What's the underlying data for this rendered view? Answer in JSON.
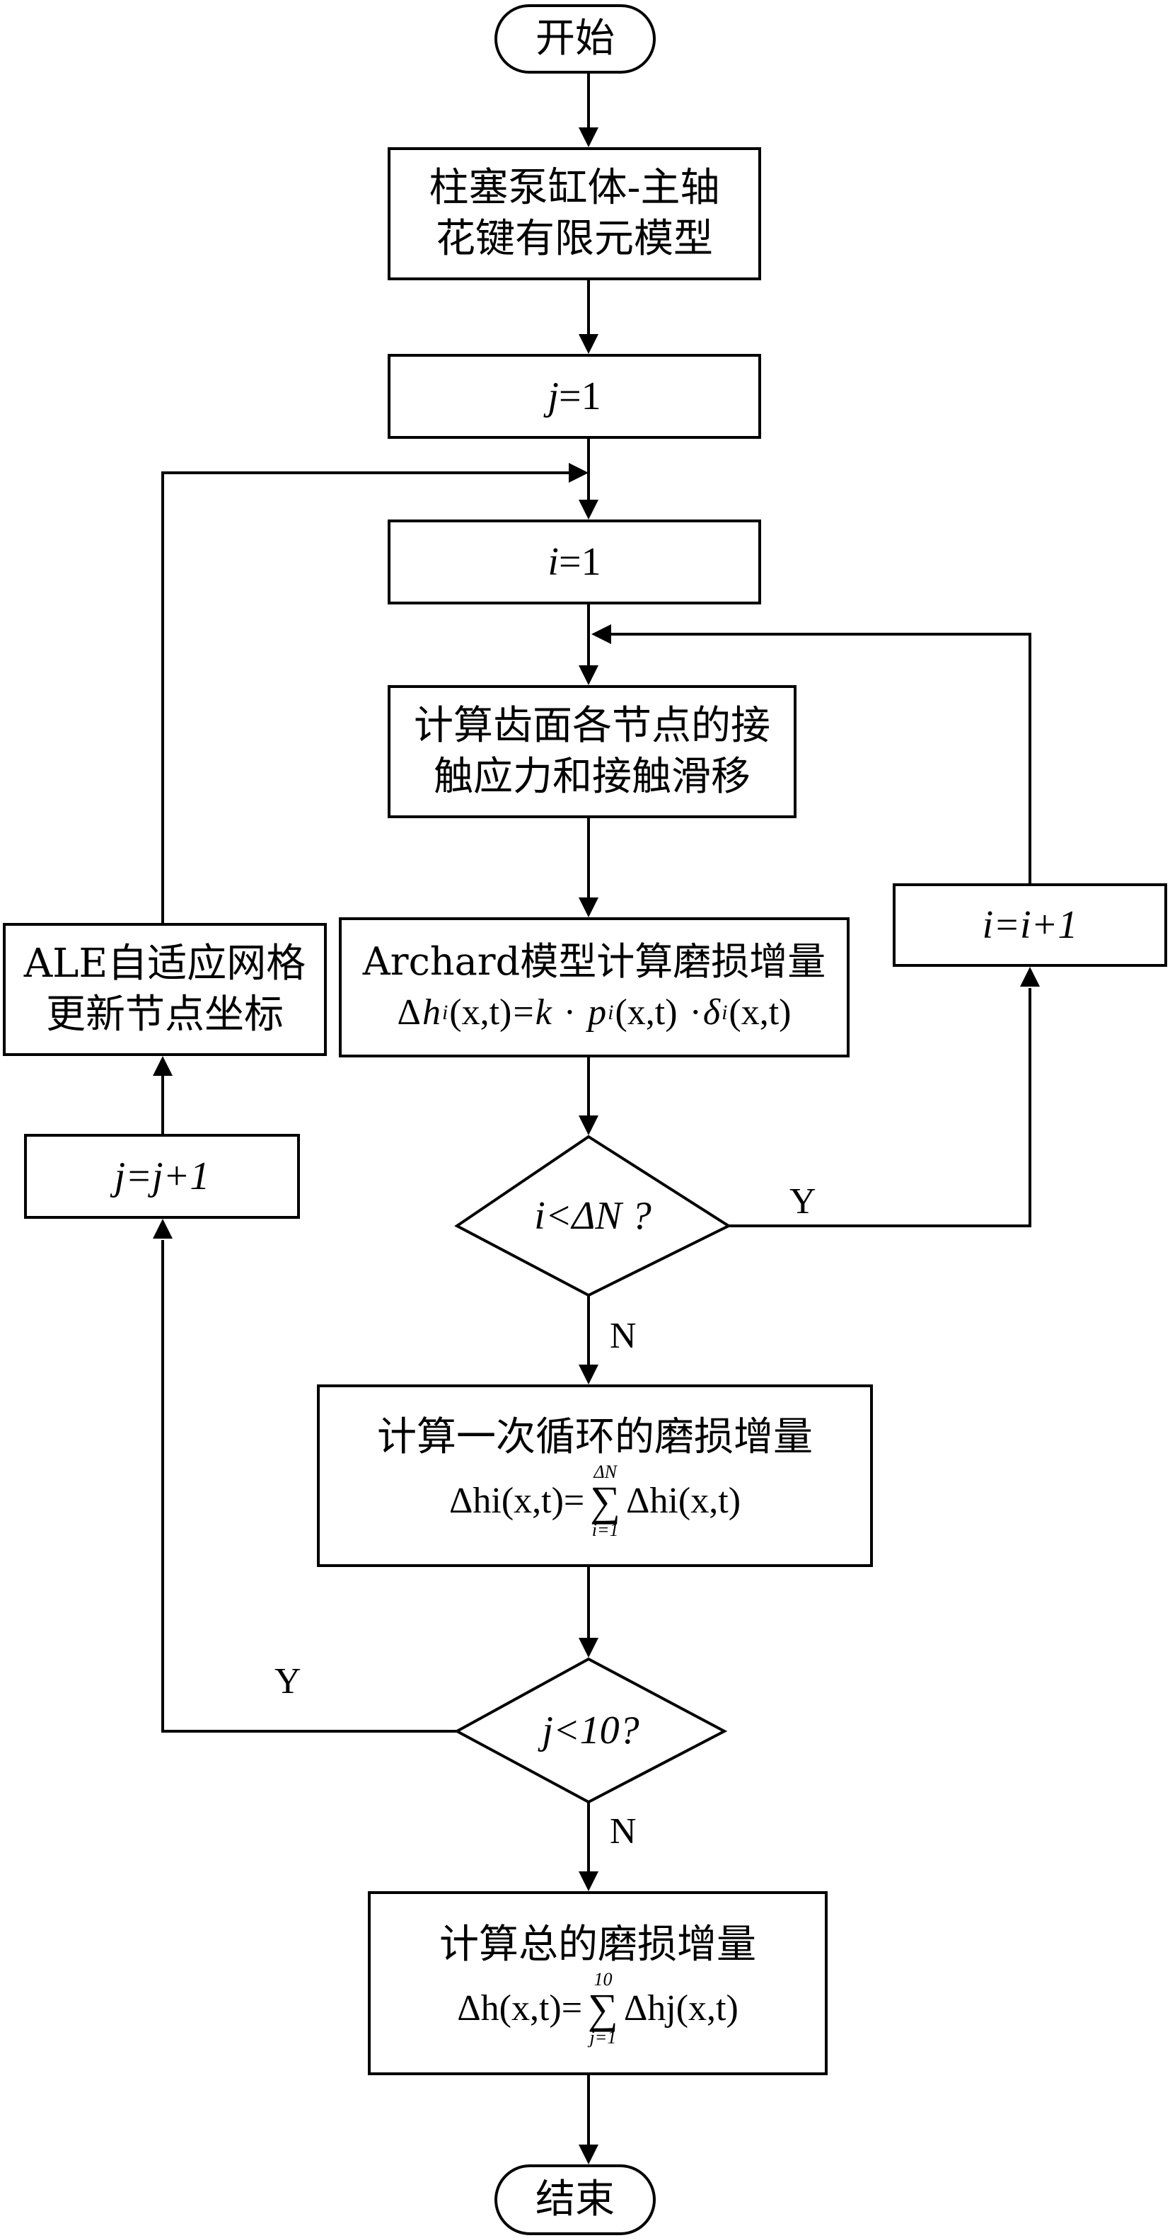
{
  "nodes": {
    "start": {
      "text": "开始"
    },
    "fe_model": {
      "line1": "柱塞泵缸体-主轴",
      "line2": "花键有限元模型"
    },
    "j_init": {
      "var": "j",
      "rest": "=1"
    },
    "i_init": {
      "var": "i",
      "rest": "=1"
    },
    "contact": {
      "line1": "计算齿面各节点的接",
      "line2": "触应力和接触滑移"
    },
    "archard": {
      "line1": "Archard模型计算磨损增量",
      "formula": {
        "delta": "Δ",
        "h": "h",
        "sub": "i",
        "args": "(x,t)",
        "eq": "=",
        "k": "k",
        "dot": "·",
        "p": "p",
        "delta_char": "δ"
      }
    },
    "i_inc": {
      "text": "i=i+1"
    },
    "i_check": {
      "text": "i<ΔN ?"
    },
    "ale": {
      "line1": "ALE自适应网格",
      "line2": "更新节点坐标"
    },
    "j_inc": {
      "text": "j=j+1"
    },
    "cycle": {
      "line1": "计算一次循环的磨损增量",
      "formula": {
        "lhs": "Δhi(x,t)=",
        "sum_upper": "ΔN",
        "sum_lower": "i=1",
        "rhs": "Δhi(x,t)"
      }
    },
    "j_check": {
      "text": "j<10?"
    },
    "total": {
      "line1": "计算总的磨损增量",
      "formula": {
        "lhs": "Δh(x,t)=",
        "sum_upper": "10",
        "sum_lower": "j=1",
        "rhs": "Δhj(x,t)"
      }
    },
    "end": {
      "text": "结束"
    }
  },
  "edge_labels": {
    "i_yes": "Y",
    "i_no": "N",
    "j_yes": "Y",
    "j_no": "N"
  }
}
